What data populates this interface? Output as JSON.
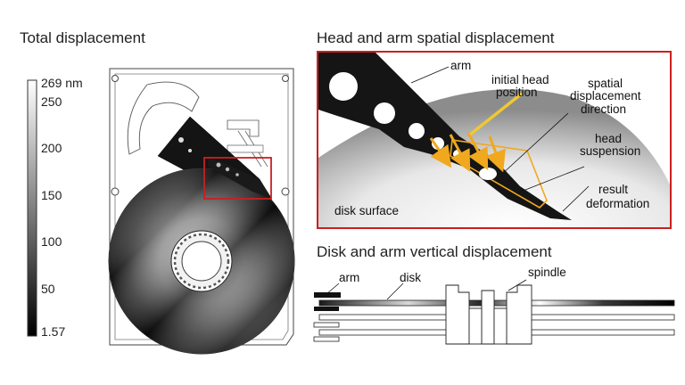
{
  "titles": {
    "total": "Total displacement",
    "head_arm": "Head and arm spatial displacement",
    "vertical": "Disk and arm vertical displacement"
  },
  "colorbar": {
    "max": "269 nm",
    "ticks": [
      "250",
      "200",
      "150",
      "100",
      "50"
    ],
    "min": "1.57"
  },
  "callout": {
    "arm": "arm",
    "initial_head_1": "initial head",
    "initial_head_2": "position",
    "spatial_1": "spatial",
    "spatial_2": "displacement",
    "spatial_3": "direction",
    "head_1": "head",
    "head_2": "suspension",
    "result_1": "result",
    "result_2": "deformation",
    "disk_surface": "disk surface"
  },
  "vertical_labels": {
    "arm": "arm",
    "disk": "disk",
    "spindle": "spindle"
  },
  "colors": {
    "highlight_box": "#cc1f1f",
    "arrow": "#f0a81e"
  }
}
